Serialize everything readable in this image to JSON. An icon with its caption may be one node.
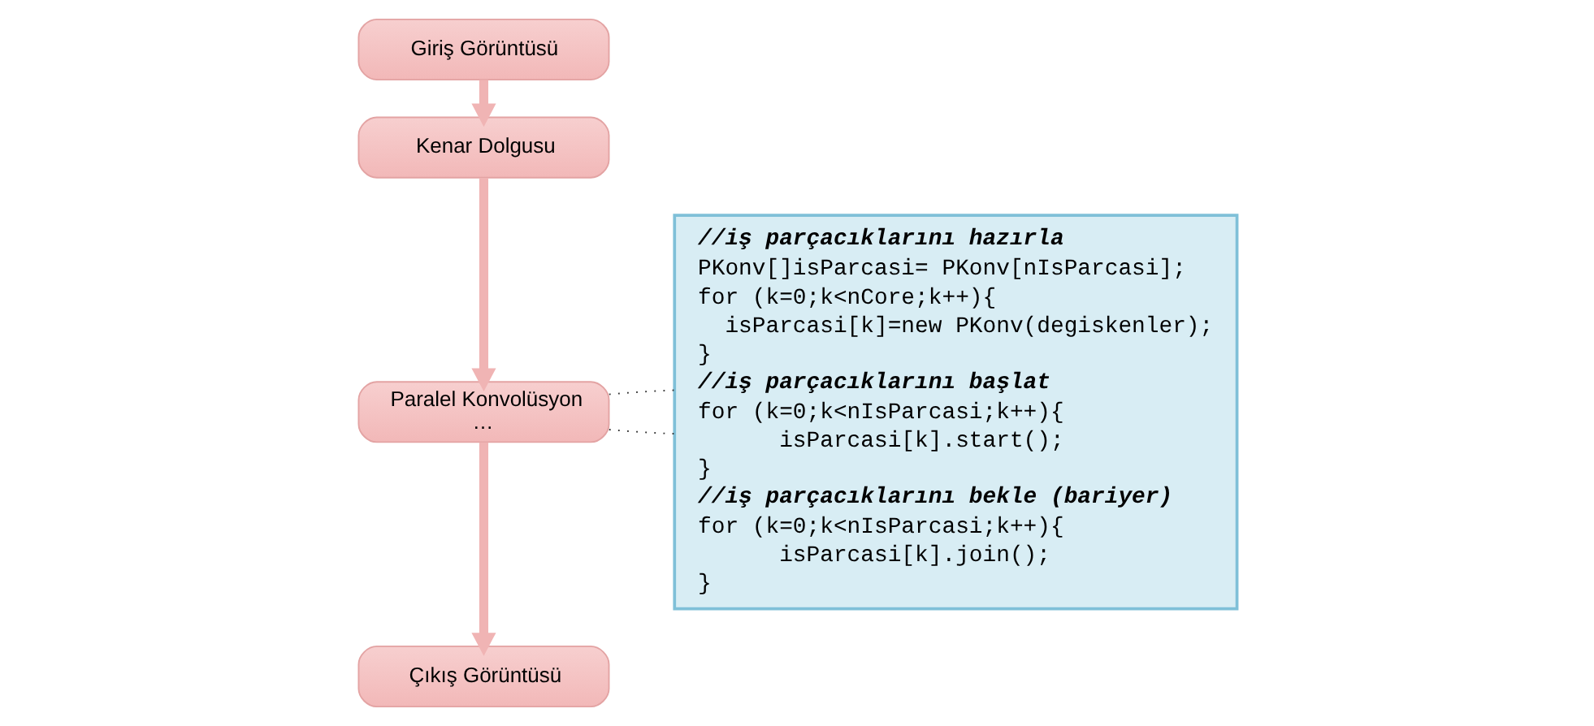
{
  "diagram": {
    "nodes": [
      {
        "text": [
          "Giriş Görüntüsü"
        ]
      },
      {
        "text": [
          "Kenar Dolgusu"
        ]
      },
      {
        "text": [
          "Paralel Konvolüsyon",
          "…"
        ]
      },
      {
        "text": [
          "Çıkış Görüntüsü"
        ]
      },
      {
        "text": [
          "//iş parçacıklarını hazırla",
          "PKonv[]isParcasi= PKonv[nIsParcasi];",
          "for (k=0;k<nCore;k++){",
          "  isParcasi[k]=new PKonv(degiskenler);",
          "}",
          "//iş parçacıklarını başlat",
          "for (k=0;k<nIsParcasi;k++){",
          "      isParcasi[k].start();",
          "}",
          "//iş parçacıklarını bekle (bariyer)",
          "for (k=0;k<nIsParcasi;k++){",
          "      isParcasi[k].join();",
          "}"
        ]
      }
    ],
    "edges": [
      {
        "from": 0,
        "to": 1,
        "arrow": "to"
      },
      {
        "from": 1,
        "to": 2,
        "arrow": "to"
      },
      {
        "from": 2,
        "to": 3,
        "arrow": "to"
      },
      {
        "from": 2,
        "to": 4,
        "arrow": "none",
        "style": "dashed",
        "color": "#333333"
      },
      {
        "from": 2,
        "to": 4,
        "arrow": "none",
        "style": "dashed",
        "color": "#333333"
      }
    ]
  }
}
